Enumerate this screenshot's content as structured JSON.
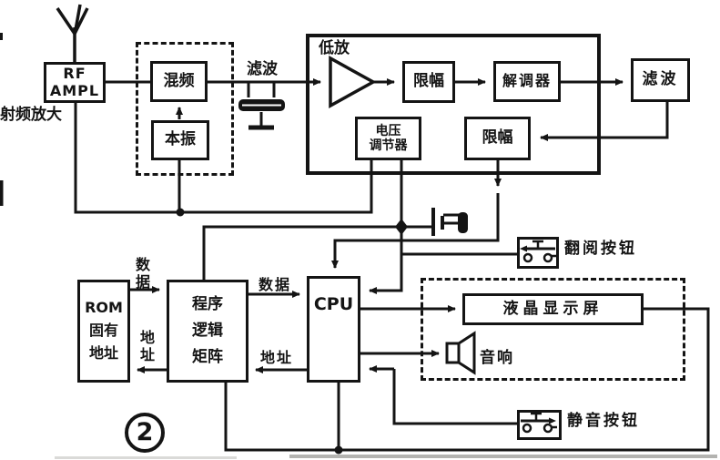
{
  "figure": {
    "number": "2"
  },
  "blocks": {
    "rf_ampl": {
      "line1": "RF",
      "line2": "AMPL"
    },
    "rf_label": "射频放大",
    "mixer": "混频",
    "local_osc": "本振",
    "filter_top": "滤波",
    "if_section": "低放",
    "limiter1": "限幅",
    "demodulator": "解调器",
    "filter_right": "滤波",
    "voltage_regulator": {
      "line1": "电压",
      "line2": "调节器"
    },
    "limiter2": "限幅",
    "rom": {
      "line1": "ROM",
      "line2": "固有",
      "line3": "地址"
    },
    "pla": {
      "line1": "程序",
      "line2": "逻辑",
      "line3": "矩阵"
    },
    "cpu": "CPU",
    "lcd": "液晶显示屏"
  },
  "labels": {
    "data_vertical": "数据",
    "address_vertical": "地址",
    "data_horizontal": "数据",
    "address_horizontal": "地址",
    "browse_button": "翻阅按钮",
    "mute_button": "静音按钮",
    "speaker": "音响"
  },
  "colors": {
    "ink": "#141414",
    "paper": "#ffffff"
  }
}
